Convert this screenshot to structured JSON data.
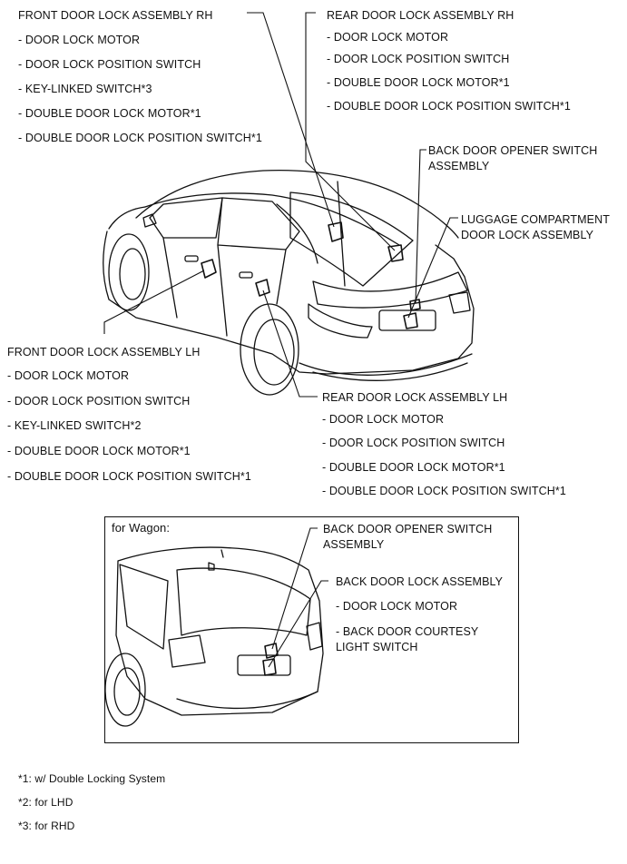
{
  "front_rh": {
    "title": "FRONT DOOR LOCK ASSEMBLY RH",
    "items": [
      "- DOOR LOCK MOTOR",
      "- DOOR LOCK POSITION SWITCH",
      "- KEY-LINKED SWITCH*3",
      "- DOUBLE DOOR LOCK MOTOR*1",
      "- DOUBLE DOOR LOCK POSITION SWITCH*1"
    ]
  },
  "rear_rh": {
    "title": "REAR DOOR LOCK ASSEMBLY RH",
    "items": [
      "- DOOR LOCK MOTOR",
      "- DOOR LOCK POSITION SWITCH",
      "- DOUBLE DOOR LOCK MOTOR*1",
      "- DOUBLE DOOR LOCK POSITION SWITCH*1"
    ]
  },
  "back_door_opener": {
    "line1": "BACK DOOR OPENER SWITCH",
    "line2": "ASSEMBLY"
  },
  "luggage": {
    "line1": "LUGGAGE COMPARTMENT",
    "line2": "DOOR LOCK ASSEMBLY"
  },
  "front_lh": {
    "title": "FRONT DOOR LOCK ASSEMBLY LH",
    "items": [
      "- DOOR LOCK MOTOR",
      "- DOOR LOCK POSITION SWITCH",
      "- KEY-LINKED SWITCH*2",
      "- DOUBLE DOOR LOCK MOTOR*1",
      "- DOUBLE DOOR LOCK POSITION SWITCH*1"
    ]
  },
  "rear_lh": {
    "title": "REAR DOOR LOCK ASSEMBLY LH",
    "items": [
      "- DOOR LOCK MOTOR",
      "- DOOR LOCK POSITION SWITCH",
      "- DOUBLE DOOR LOCK MOTOR*1",
      "- DOUBLE DOOR LOCK POSITION SWITCH*1"
    ]
  },
  "wagon": {
    "heading": "for Wagon:",
    "opener": {
      "line1": "BACK DOOR OPENER SWITCH",
      "line2": "ASSEMBLY"
    },
    "back_door_lock": {
      "title": "BACK DOOR LOCK ASSEMBLY",
      "item1": "- DOOR LOCK MOTOR",
      "item2_line1": "- BACK DOOR COURTESY",
      "item2_line2": "LIGHT SWITCH"
    }
  },
  "footnotes": [
    "*1: w/ Double Locking System",
    "*2: for LHD",
    "*3: for RHD"
  ]
}
